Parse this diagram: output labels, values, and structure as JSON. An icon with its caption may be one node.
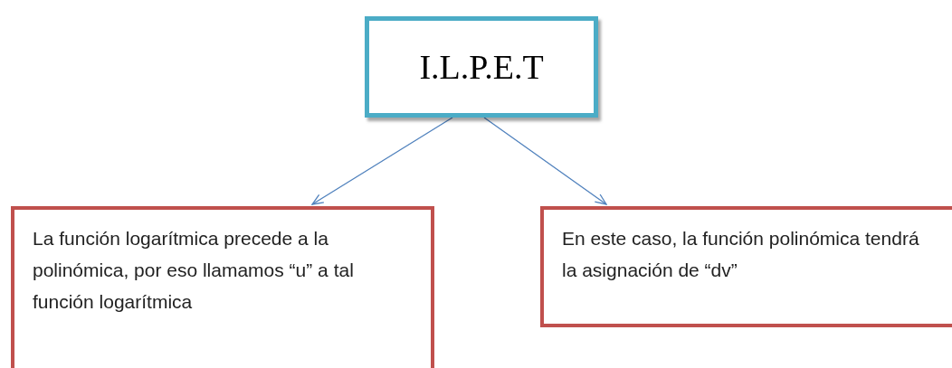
{
  "diagram": {
    "nodes": [
      {
        "text": [
          "I.L.P.E.T"
        ]
      },
      {
        "text": [
          "La función logarítmica precede a la polinómica, por eso llamamos “u” a tal función logarítmica"
        ]
      },
      {
        "text": [
          "En este caso, la función polinómica tendrá la asignación de “dv”"
        ]
      }
    ],
    "edges": [
      {
        "from": 0,
        "to": 1,
        "arrow": "to"
      },
      {
        "from": 0,
        "to": 2,
        "arrow": "to"
      }
    ]
  }
}
